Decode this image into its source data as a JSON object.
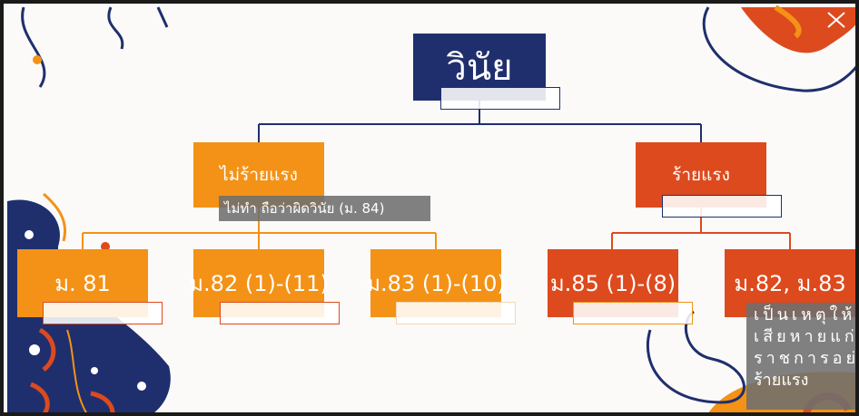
{
  "diagram": {
    "root": {
      "label": "วินัย"
    },
    "categories": [
      {
        "label": "ไม่ร้ายแรง",
        "note": "ไม่ทำ ถือว่าผิดวินัย (ม. 84)"
      },
      {
        "label": "ร้ายแรง"
      }
    ],
    "leaves": [
      {
        "label": "ม. 81"
      },
      {
        "label": "ม.82 (1)-(11)"
      },
      {
        "label": "ม.83 (1)-(10)"
      },
      {
        "label": "ม.85 (1)-(8)"
      },
      {
        "label": "ม.82, ม.83",
        "note_lines": [
          "เป็นเหตุให้",
          "เสียหายแก่",
          "ราชการอย่าง",
          "ร้ายแรง"
        ]
      }
    ]
  },
  "colors": {
    "root": "#1f2f6e",
    "non_severe": "#f39216",
    "severe": "#dd4a1e",
    "connector_root": "#1f2f6e",
    "connector_non_severe": "#f39216",
    "connector_severe": "#dd4a1e"
  }
}
